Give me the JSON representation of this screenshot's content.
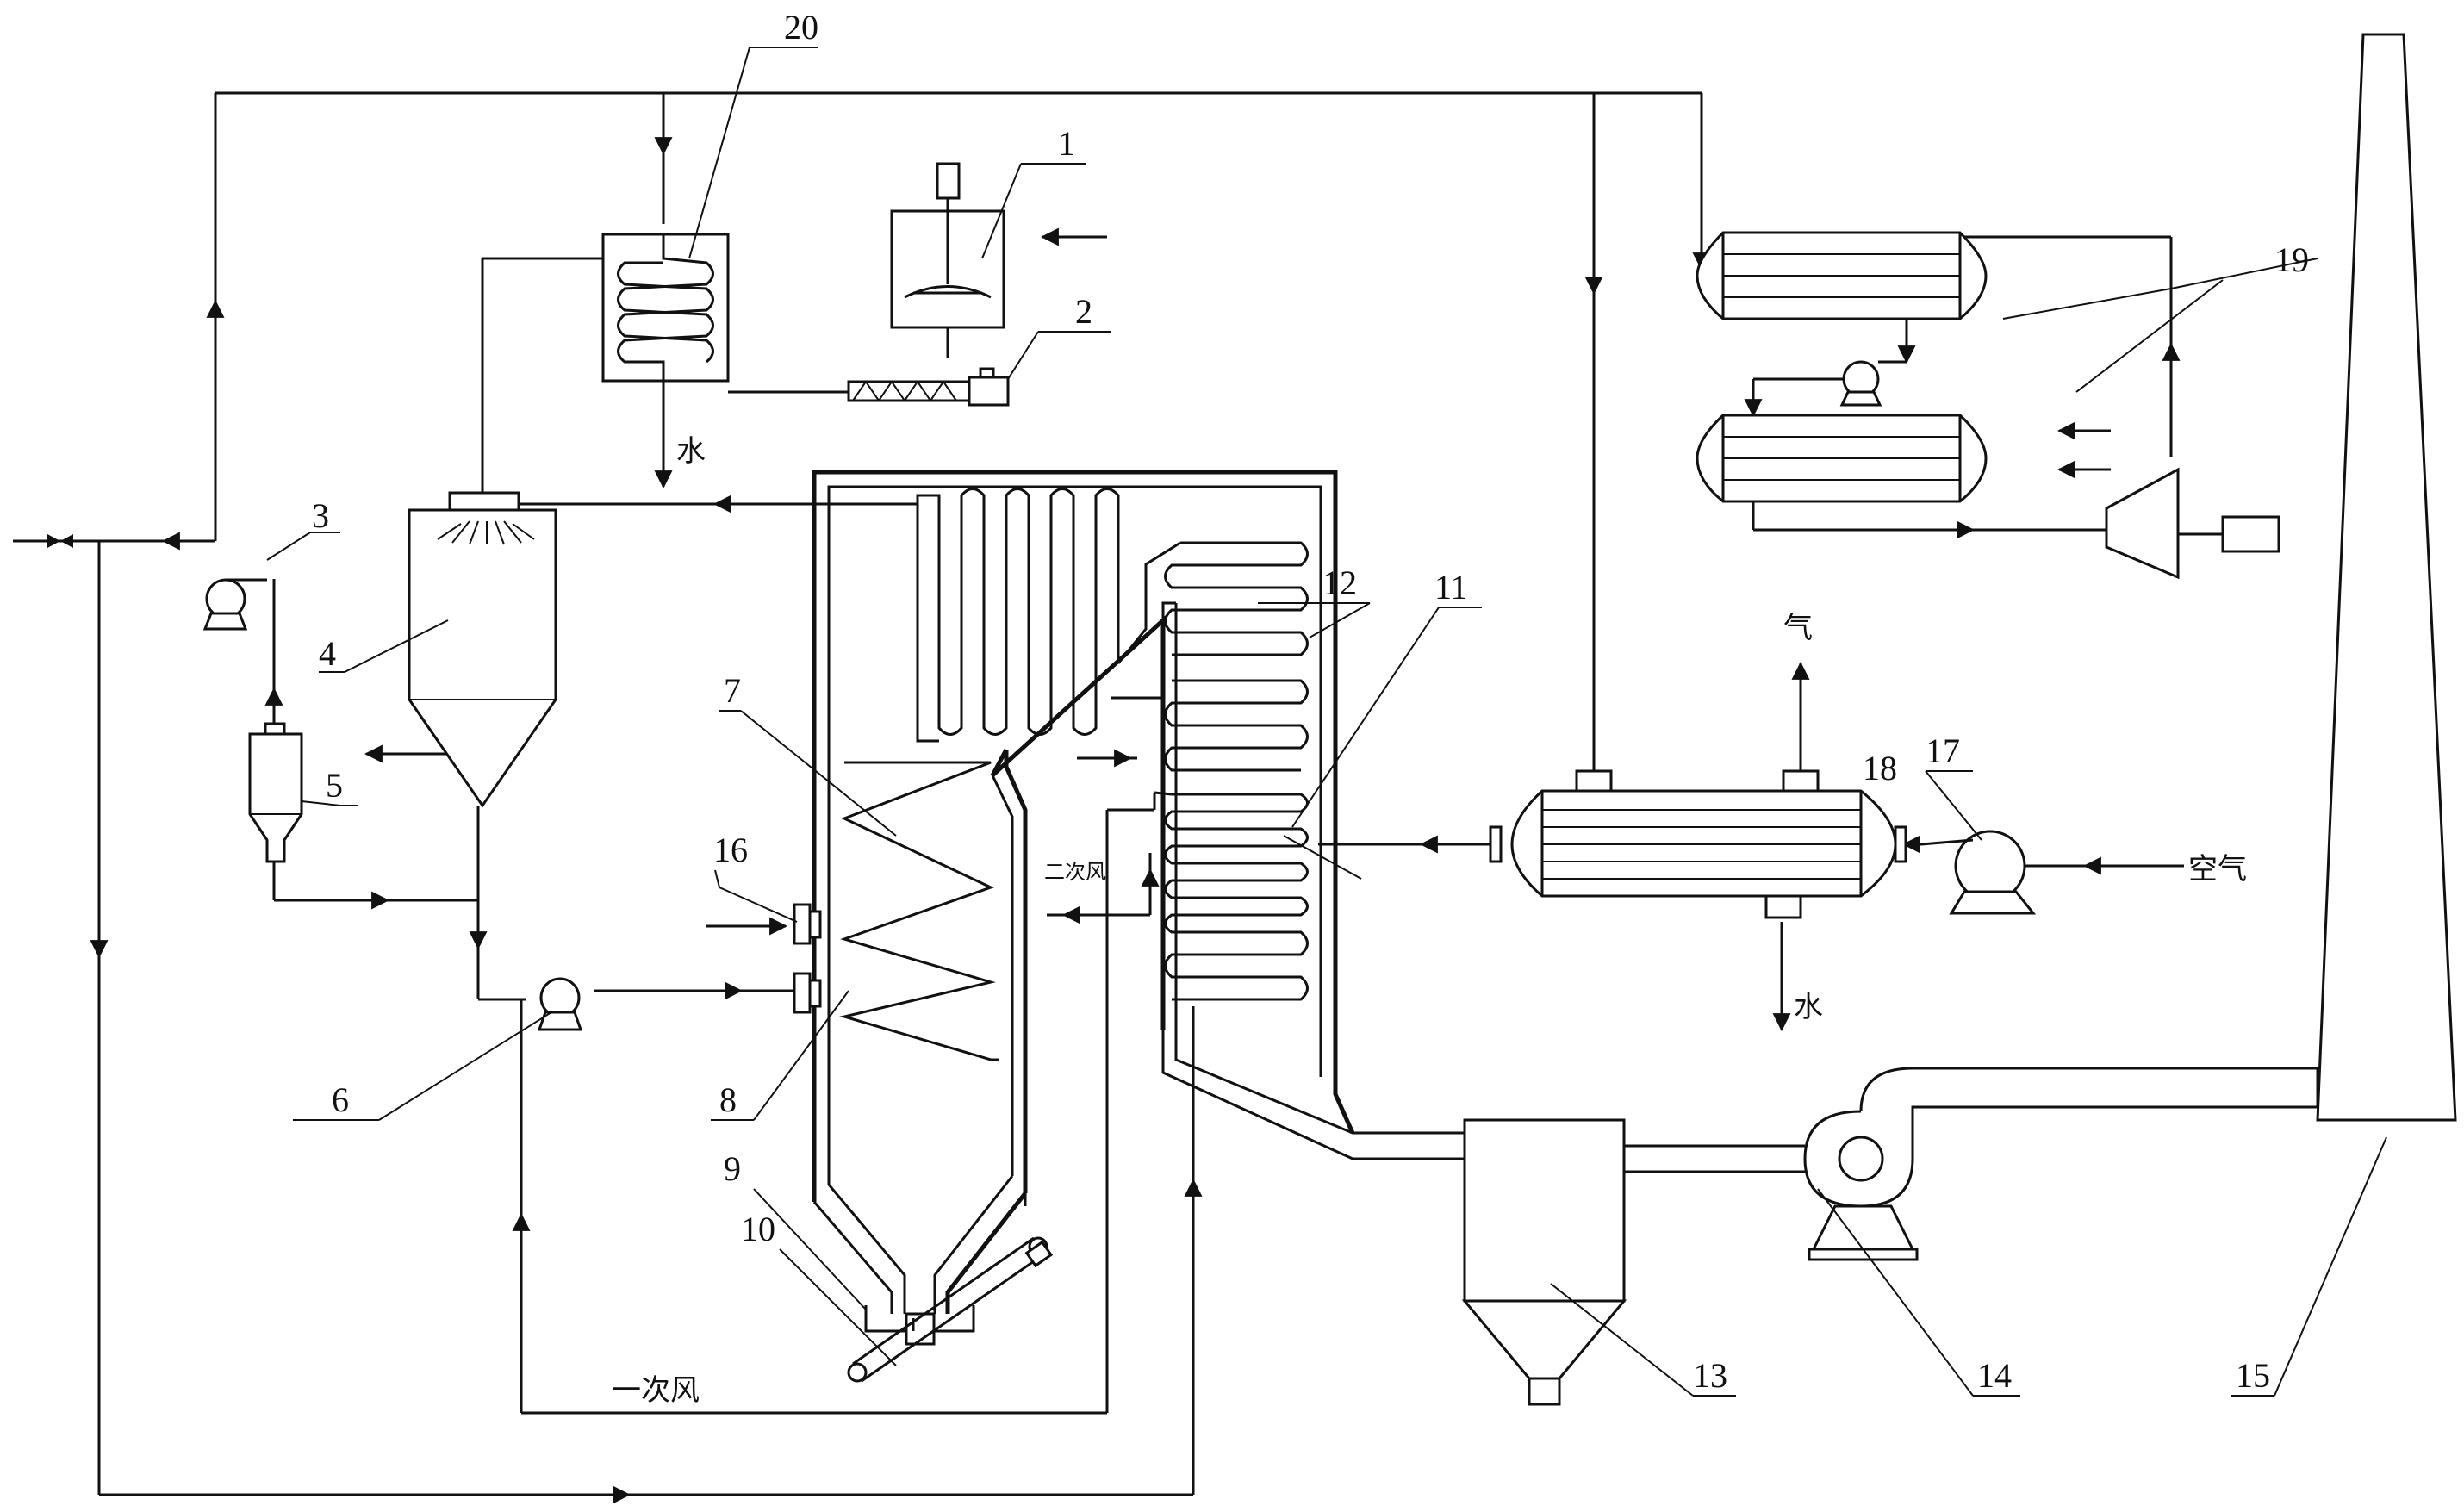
{
  "labels": {
    "n1": "1",
    "n2": "2",
    "n3": "3",
    "n4": "4",
    "n5": "5",
    "n6": "6",
    "n7": "7",
    "n8": "8",
    "n9": "9",
    "n10": "10",
    "n11": "11",
    "n12": "12",
    "n13": "13",
    "n14": "14",
    "n15": "15",
    "n16": "16",
    "n17": "17",
    "n18": "18",
    "n19": "19",
    "n20": "20"
  },
  "annotations": {
    "water_top": "水",
    "water_right": "水",
    "gas": "气",
    "air": "空气",
    "secondary_air": "二次风",
    "primary_air": "一次风"
  }
}
